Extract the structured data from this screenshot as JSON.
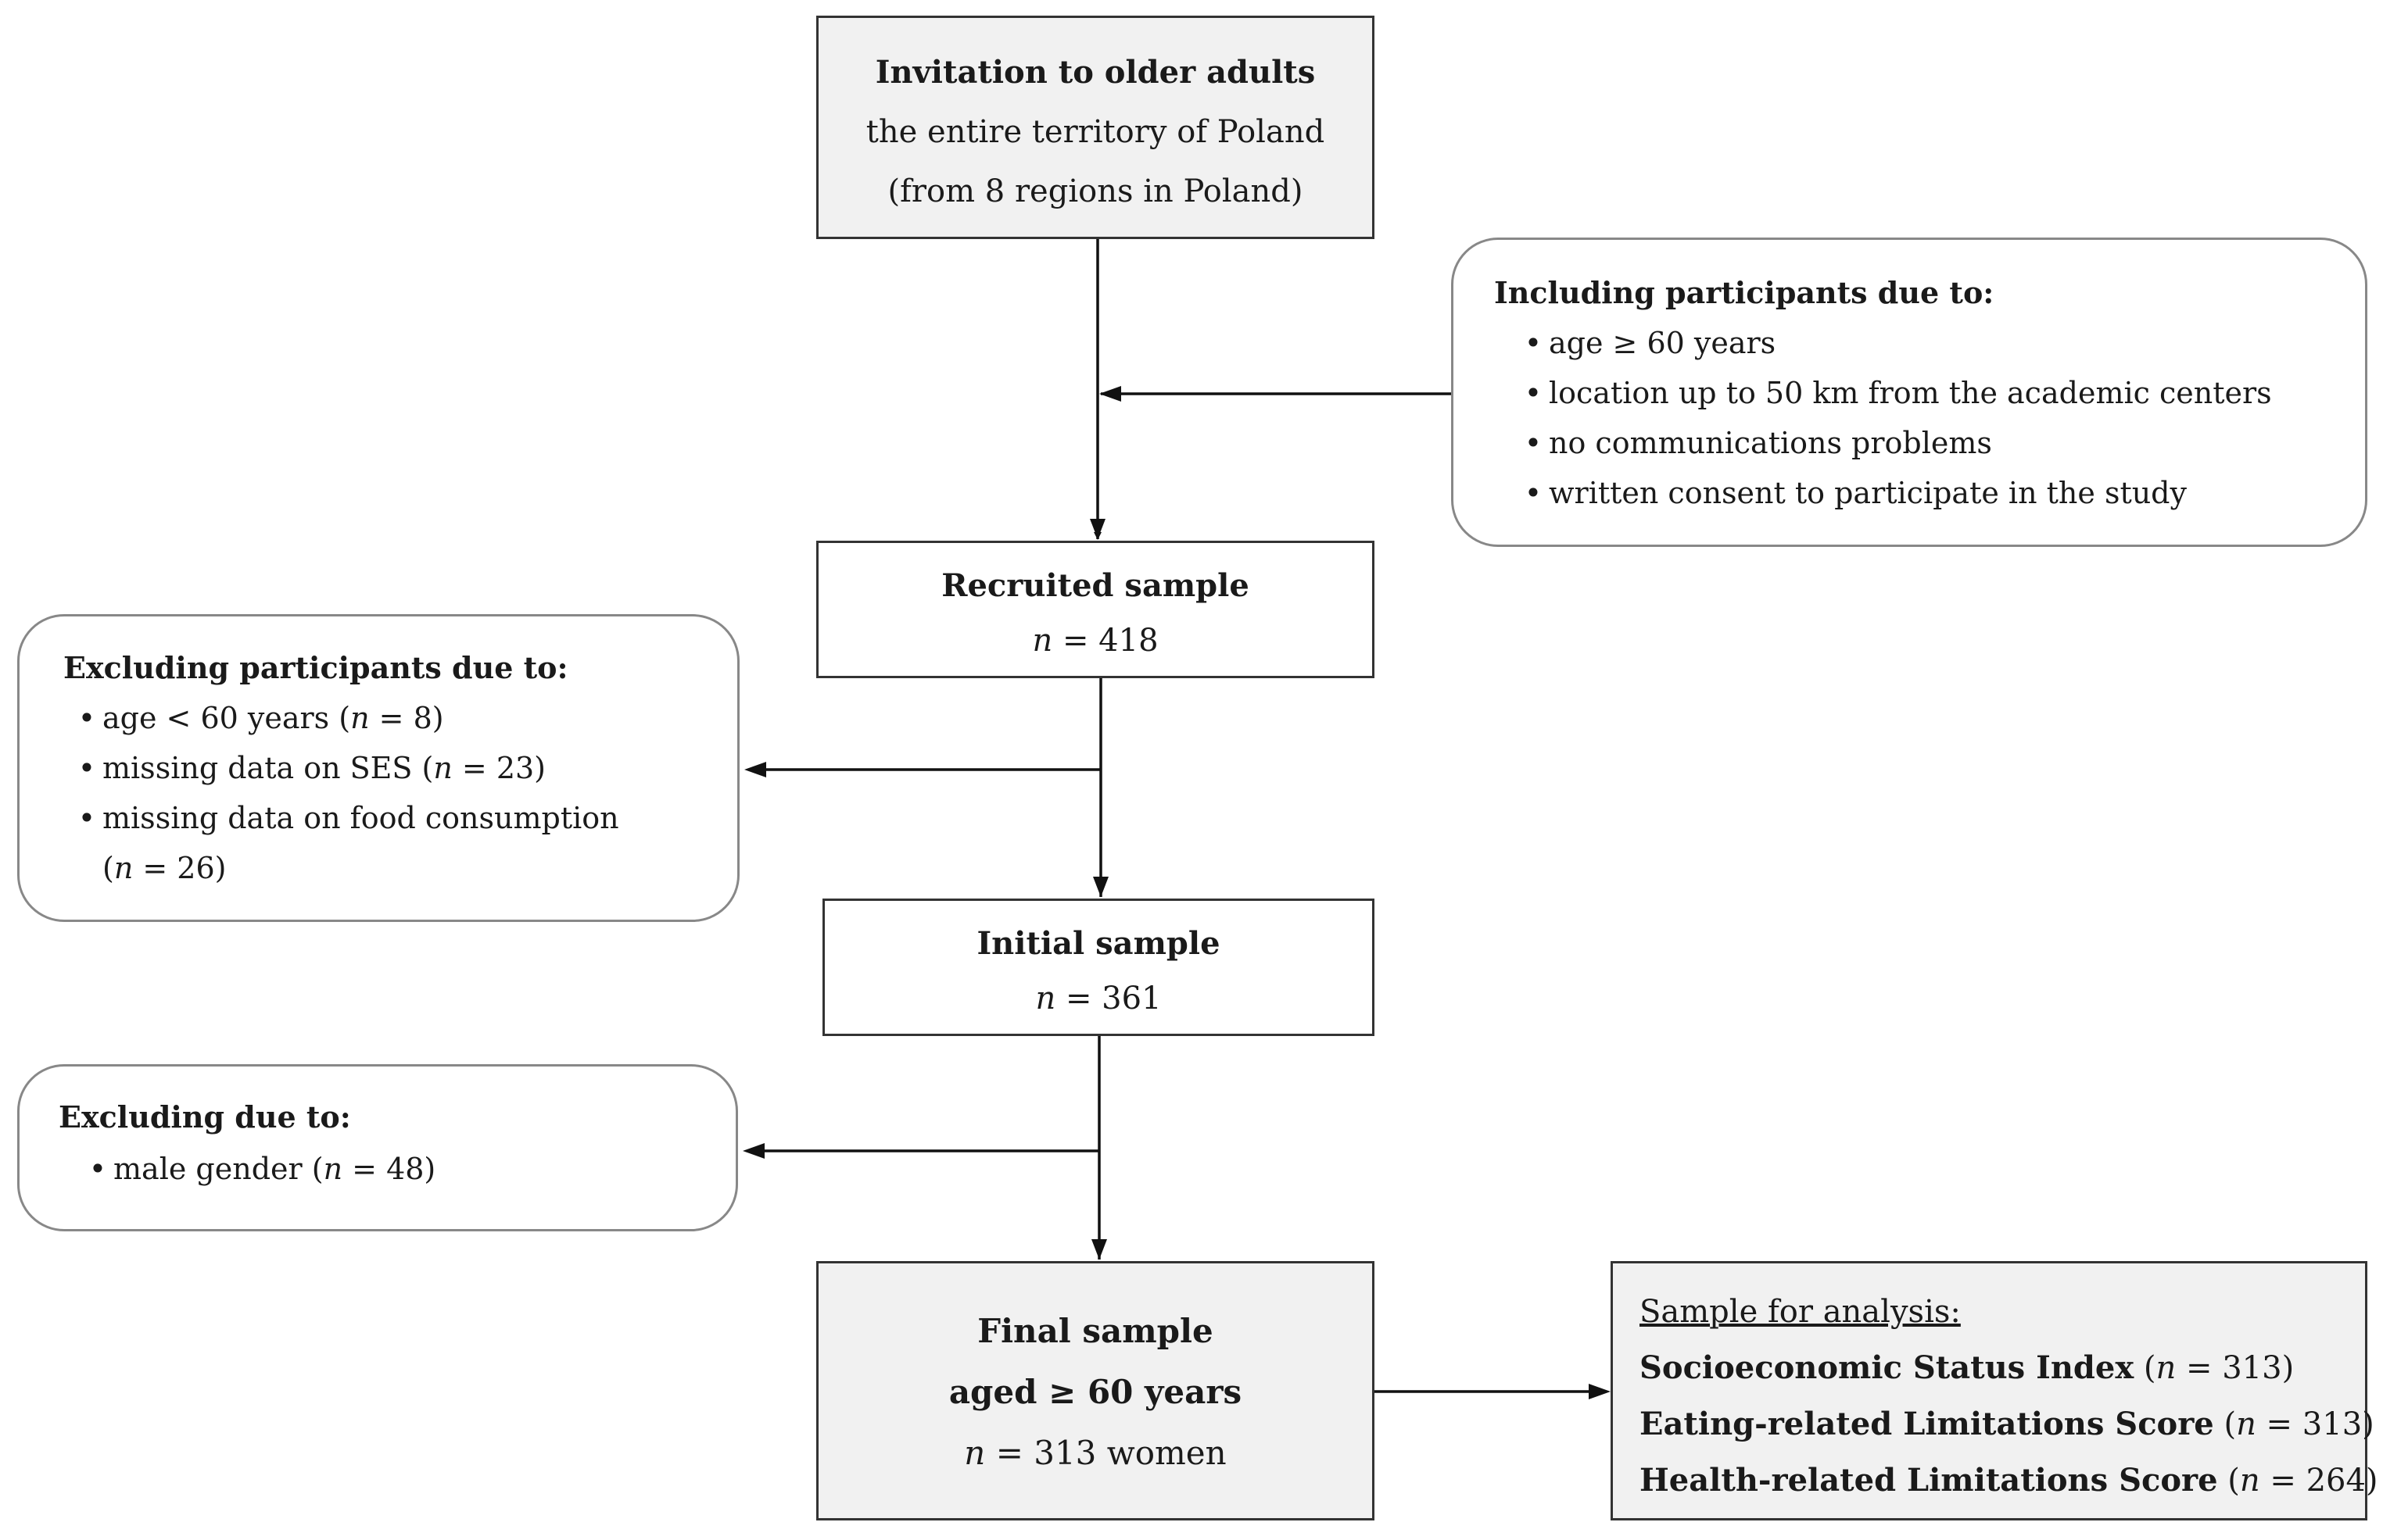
{
  "invitation": {
    "title": "Invitation to older adults",
    "line1": "the entire territory of Poland",
    "line2": "(from 8 regions in Poland)"
  },
  "inclusion": {
    "title": "Including participants due to:",
    "items": [
      "age ≥ 60 years",
      "location up to 50 km from the academic centers",
      "no communications problems",
      "written consent to participate in the study"
    ]
  },
  "recruited": {
    "title": "Recruited sample",
    "n_label": "n",
    "n_value": "= 418"
  },
  "exclusion1": {
    "title": "Excluding participants due to:",
    "items": [
      {
        "text": "age < 60 years (",
        "n": "n",
        "rest": " = 8)"
      },
      {
        "text": "missing data on SES (",
        "n": "n",
        "rest": " = 23)"
      },
      {
        "text": "missing data on food consumption",
        "cont_open": "(",
        "n": "n",
        "rest": " = 26)"
      }
    ]
  },
  "initial": {
    "title": "Initial sample",
    "n_label": "n",
    "n_value": "= 361"
  },
  "exclusion2": {
    "title": "Excluding due to:",
    "items": [
      {
        "text": "male gender (",
        "n": "n",
        "rest": " = 48)"
      }
    ]
  },
  "final": {
    "title1": "Final sample",
    "title2": "aged ≥ 60 years",
    "n_label": "n",
    "n_value": "= 313 women"
  },
  "analysis": {
    "title": "Sample for analysis:",
    "items": [
      {
        "label": "Socioeconomic Status Index",
        "open": " (",
        "n": "n",
        "rest": " = 313)"
      },
      {
        "label": "Eating-related Limitations Score",
        "open": " (",
        "n": "n",
        "rest": " = 313)"
      },
      {
        "label": "Health-related Limitations Score",
        "open": " (",
        "n": "n",
        "rest": " = 264)"
      }
    ]
  },
  "bullet": "•"
}
